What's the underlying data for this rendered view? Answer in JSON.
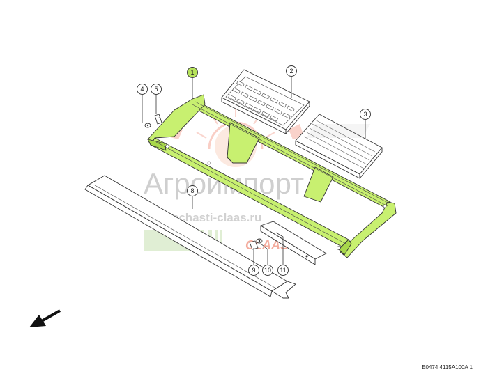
{
  "callouts": [
    {
      "id": "1",
      "label": "1",
      "active": true
    },
    {
      "id": "2",
      "label": "2",
      "active": false
    },
    {
      "id": "3",
      "label": "3",
      "active": false
    },
    {
      "id": "4",
      "label": "4",
      "active": false
    },
    {
      "id": "5",
      "label": "5",
      "active": false
    },
    {
      "id": "8",
      "label": "8",
      "active": false
    },
    {
      "id": "9",
      "label": "9",
      "active": false
    },
    {
      "id": "10",
      "label": "10",
      "active": false
    },
    {
      "id": "11",
      "label": "11",
      "active": false
    }
  ],
  "watermark": {
    "brand": "Агроимпорт",
    "site": "zapchasti-claas.ru",
    "claas": "CLAAS"
  },
  "drawing_number": "E0474 4115A100A 1",
  "colors": {
    "highlight": "#c8f070",
    "watermark_red": "#e84a2a",
    "watermark_green": "#8cc060"
  },
  "icons": {
    "direction_arrow": "arrow-down-left-icon"
  }
}
